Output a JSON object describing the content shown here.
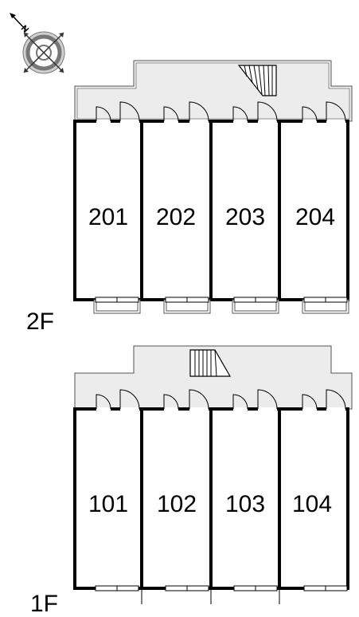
{
  "compass": {
    "north_letter": "N"
  },
  "floors": [
    {
      "label": "2F",
      "rooms": [
        "201",
        "202",
        "203",
        "204"
      ]
    },
    {
      "label": "1F",
      "rooms": [
        "101",
        "102",
        "103",
        "104"
      ]
    }
  ],
  "colors": {
    "corridor": "#ececec",
    "wall": "#000000",
    "outline": "#555555"
  }
}
